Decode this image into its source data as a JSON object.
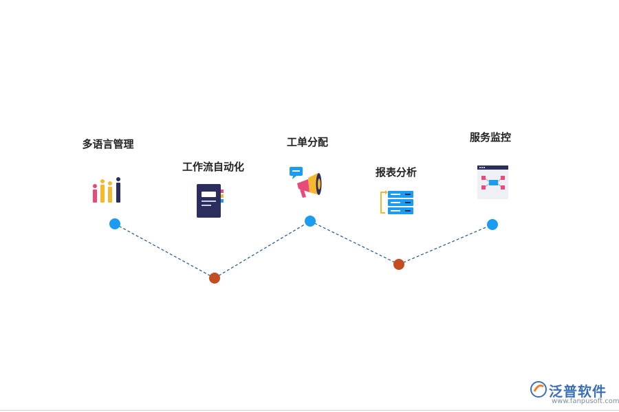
{
  "nodes": [
    {
      "label": "多语言管理",
      "icon": "bar-chart-icon",
      "kind": "peak"
    },
    {
      "label": "工作流自动化",
      "icon": "notebook-icon",
      "kind": "valley"
    },
    {
      "label": "工单分配",
      "icon": "megaphone-icon",
      "kind": "peak"
    },
    {
      "label": "报表分析",
      "icon": "server-rack-icon",
      "kind": "valley"
    },
    {
      "label": "服务监控",
      "icon": "flowchart-window-icon",
      "kind": "peak"
    }
  ],
  "colors": {
    "peak_dot": "#1a9cf0",
    "valley_dot": "#c24e22",
    "connector": "#2c5f8e"
  },
  "logo": {
    "name": "泛普软件",
    "url": "www.fanpusoft.com"
  }
}
